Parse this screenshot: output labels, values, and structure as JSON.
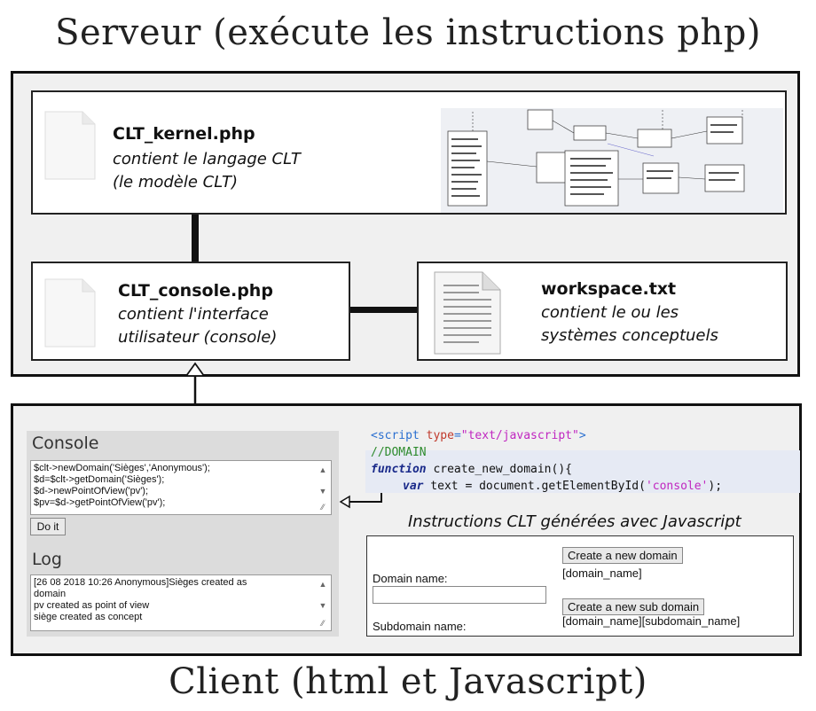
{
  "server": {
    "title": "Serveur (exécute les instructions php)",
    "kernel": {
      "filename": "CLT_kernel.php",
      "line1": "contient le langage CLT",
      "line2": "(le modèle CLT)"
    },
    "console": {
      "filename": "CLT_console.php",
      "line1": "contient l'interface",
      "line2": "utilisateur (console)"
    },
    "workspace": {
      "filename": "workspace.txt",
      "line1": "contient le ou les",
      "line2": "systèmes conceptuels"
    }
  },
  "client": {
    "title": "Client (html et Javascript)",
    "console_title": "Console",
    "console_lines": [
      "$clt->newDomain('Sièges','Anonymous');",
      "$d=$clt->getDomain('Sièges');",
      "$d->newPointOfView('pv');",
      "$pv=$d->getPointOfView('pv');"
    ],
    "do_it_label": "Do it",
    "log_title": "Log",
    "log_lines": [
      "[26 08 2018 10:26 Anonymous]Sièges created as",
      "domain",
      "pv created as point of view",
      "siège created as concept"
    ],
    "code": {
      "line1_open": "<script ",
      "line1_attr": "type",
      "line1_eq": "=",
      "line1_val": "\"text/javascript\"",
      "line1_close": ">",
      "line2": "//DOMAIN",
      "line3_kw": "function",
      "line3_rest": " create_new_domain(){",
      "line4_kw": "var",
      "line4_rest": " text = document.getElementById(",
      "line4_str": "'console'",
      "line4_end": ");"
    },
    "caption": "Instructions CLT générées avec Javascript",
    "form": {
      "domain_label": "Domain name:",
      "create_domain_btn": "Create a new domain",
      "domain_hint": "[domain_name]",
      "create_sub_btn": "Create a new sub domain",
      "sub_hint": "[domain_name][subdomain_name]",
      "subdomain_label": "Subdomain name:"
    }
  },
  "colors": {
    "code_tag": "#2a6fd0",
    "code_attr": "#c0392b",
    "code_string": "#c026c0",
    "code_comment": "#2e8b2e",
    "code_keyword": "#1a2a8a"
  }
}
